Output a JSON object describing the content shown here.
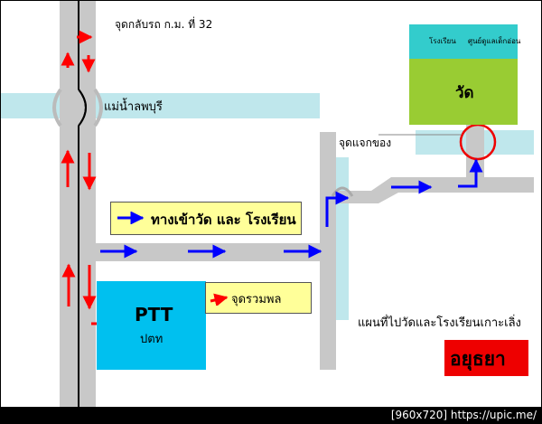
{
  "labels": {
    "return_point": "จุดกลับรถ ก.ม. ที่ 32",
    "river": "แม่น้ำลพบุรี",
    "distribution_point": "จุดแจกของ",
    "temple": "วัด",
    "school": "โรงเรียน",
    "childcare_center": "ศูนย์ดูแลเด็กอ่อน",
    "entrance_legend": "ทางเข้าวัด และ โรงเรียน",
    "assembly_point": "จุดรวมพล",
    "ptt_title": "PTT",
    "ptt_subtitle": "ปตท",
    "map_title": "แผนที่ไปวัดและโรงเรียนเกาะเลิ่ง",
    "province": "อยุธยา",
    "watermark": "[960x720] https://upic.me/"
  },
  "colors": {
    "road": "#c8c8c8",
    "river": "#bfe7ec",
    "arrow_red": "#ff0000",
    "arrow_blue": "#0000ff",
    "ptt": "#00c0ef",
    "temple": "#99cc33",
    "school_block": "#33cccc",
    "legend_box": "#ffff99",
    "province_box": "#ee0000"
  }
}
